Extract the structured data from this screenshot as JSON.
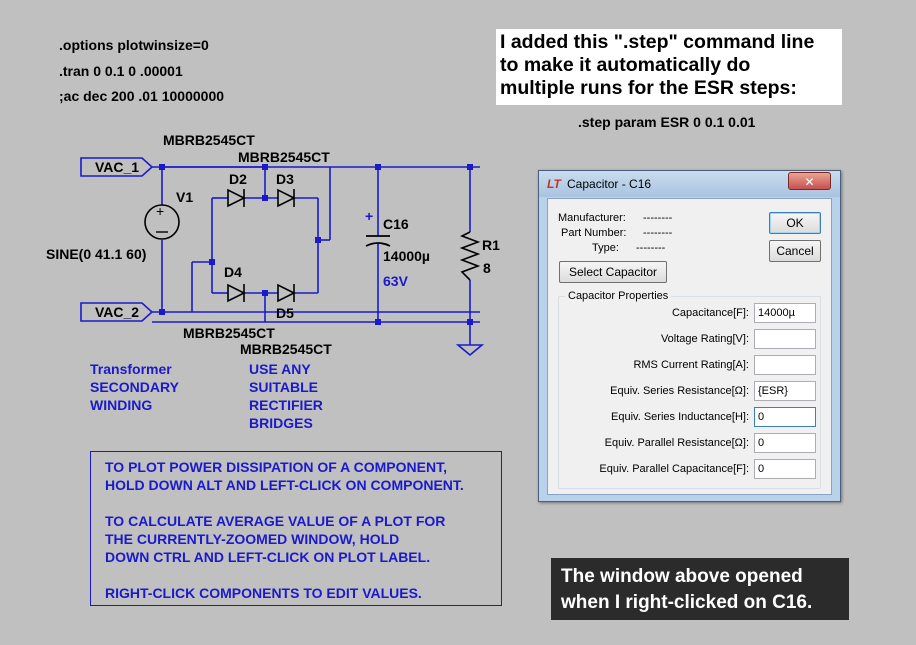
{
  "directives": {
    "options": ".options plotwinsize=0",
    "tran": ".tran 0 0.1 0 .00001",
    "ac": ";ac dec 200 .01 10000000",
    "step": ".step param ESR 0 0.1 0.01"
  },
  "callout_top": {
    "line1": "I added this \".step\" command line",
    "line2": "to make it automatically do",
    "line3": "multiple runs for the ESR steps:"
  },
  "callout_bottom": {
    "line1": "The window above opened",
    "line2": "when I right-clicked on C16."
  },
  "schematic": {
    "net_vac1": "VAC_1",
    "net_vac2": "VAC_2",
    "v1_name": "V1",
    "v1_value": "SINE(0 41.1 60)",
    "d2_name": "D2",
    "d3_name": "D3",
    "d4_name": "D4",
    "d5_name": "D5",
    "diode_model_top1": "MBRB2545CT",
    "diode_model_top2": "MBRB2545CT",
    "diode_model_bot1": "MBRB2545CT",
    "diode_model_bot2": "MBRB2545CT",
    "c16_name": "C16",
    "c16_value": "14000µ",
    "c16_voltage": "63V",
    "c16_polarity": "+",
    "r1_name": "R1",
    "r1_value": "8"
  },
  "notes": {
    "transformer": "Transformer\nSECONDARY\nWINDING",
    "rectifier": "USE ANY\nSUITABLE\nRECTIFIER\nBRIDGES",
    "instructions": "TO PLOT POWER DISSIPATION OF A COMPONENT,\nHOLD DOWN ALT AND LEFT-CLICK ON COMPONENT.\n\nTO CALCULATE AVERAGE VALUE OF A PLOT FOR\nTHE CURRENTLY-ZOOMED WINDOW, HOLD\nDOWN CTRL AND LEFT-CLICK ON PLOT LABEL.\n\nRIGHT-CLICK COMPONENTS TO EDIT VALUES."
  },
  "dialog": {
    "title": "Capacitor - C16",
    "close_glyph": "✕",
    "manufacturer_label": "Manufacturer:",
    "manufacturer_value": "--------",
    "part_number_label": "Part Number:",
    "part_number_value": "--------",
    "type_label": "Type:",
    "type_value": "--------",
    "ok_label": "OK",
    "cancel_label": "Cancel",
    "select_label": "Select Capacitor",
    "group_title": "Capacitor Properties",
    "fields": {
      "capacitance_label": "Capacitance[F]:",
      "capacitance_value": "14000µ",
      "voltage_label": "Voltage Rating[V]:",
      "voltage_value": "",
      "rms_label": "RMS Current Rating[A]:",
      "rms_value": "",
      "esr_label": "Equiv. Series Resistance[Ω]:",
      "esr_value": "{ESR}",
      "esl_label": "Equiv. Series Inductance[H]:",
      "esl_value": "0",
      "epr_label": "Equiv. Parallel Resistance[Ω]:",
      "epr_value": "0",
      "epc_label": "Equiv. Parallel Capacitance[F]:",
      "epc_value": "0"
    }
  },
  "colors": {
    "background": "#c0c0c0",
    "wire": "#1a1acc",
    "node": "#1a1acc",
    "component": "#000000",
    "dialog_frame": "#b9d1ea"
  }
}
